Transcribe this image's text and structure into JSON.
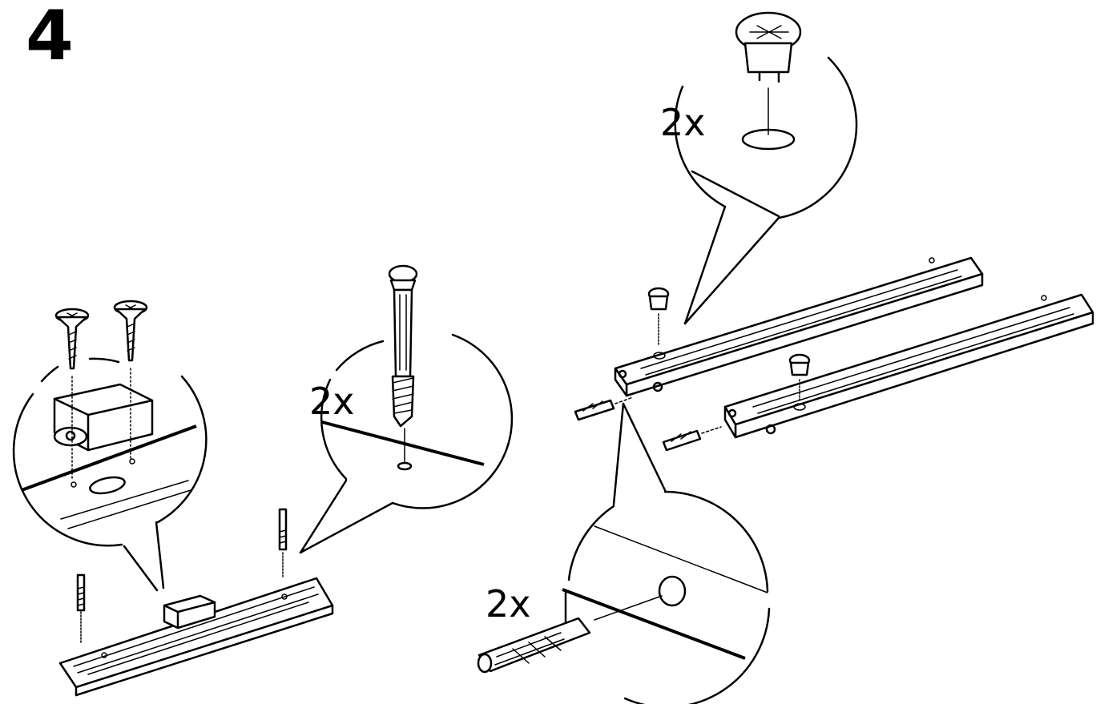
{
  "step": {
    "number": "4"
  },
  "callouts": [
    {
      "quantity": "2x"
    },
    {
      "quantity": "2x"
    },
    {
      "quantity": "2x"
    }
  ],
  "parts": {
    "wood_screw": "wood-screw-icon",
    "cam_bolt": "cam-bolt-icon",
    "cam_lock": "cam-lock-icon",
    "dowel": "wooden-dowel-icon"
  }
}
